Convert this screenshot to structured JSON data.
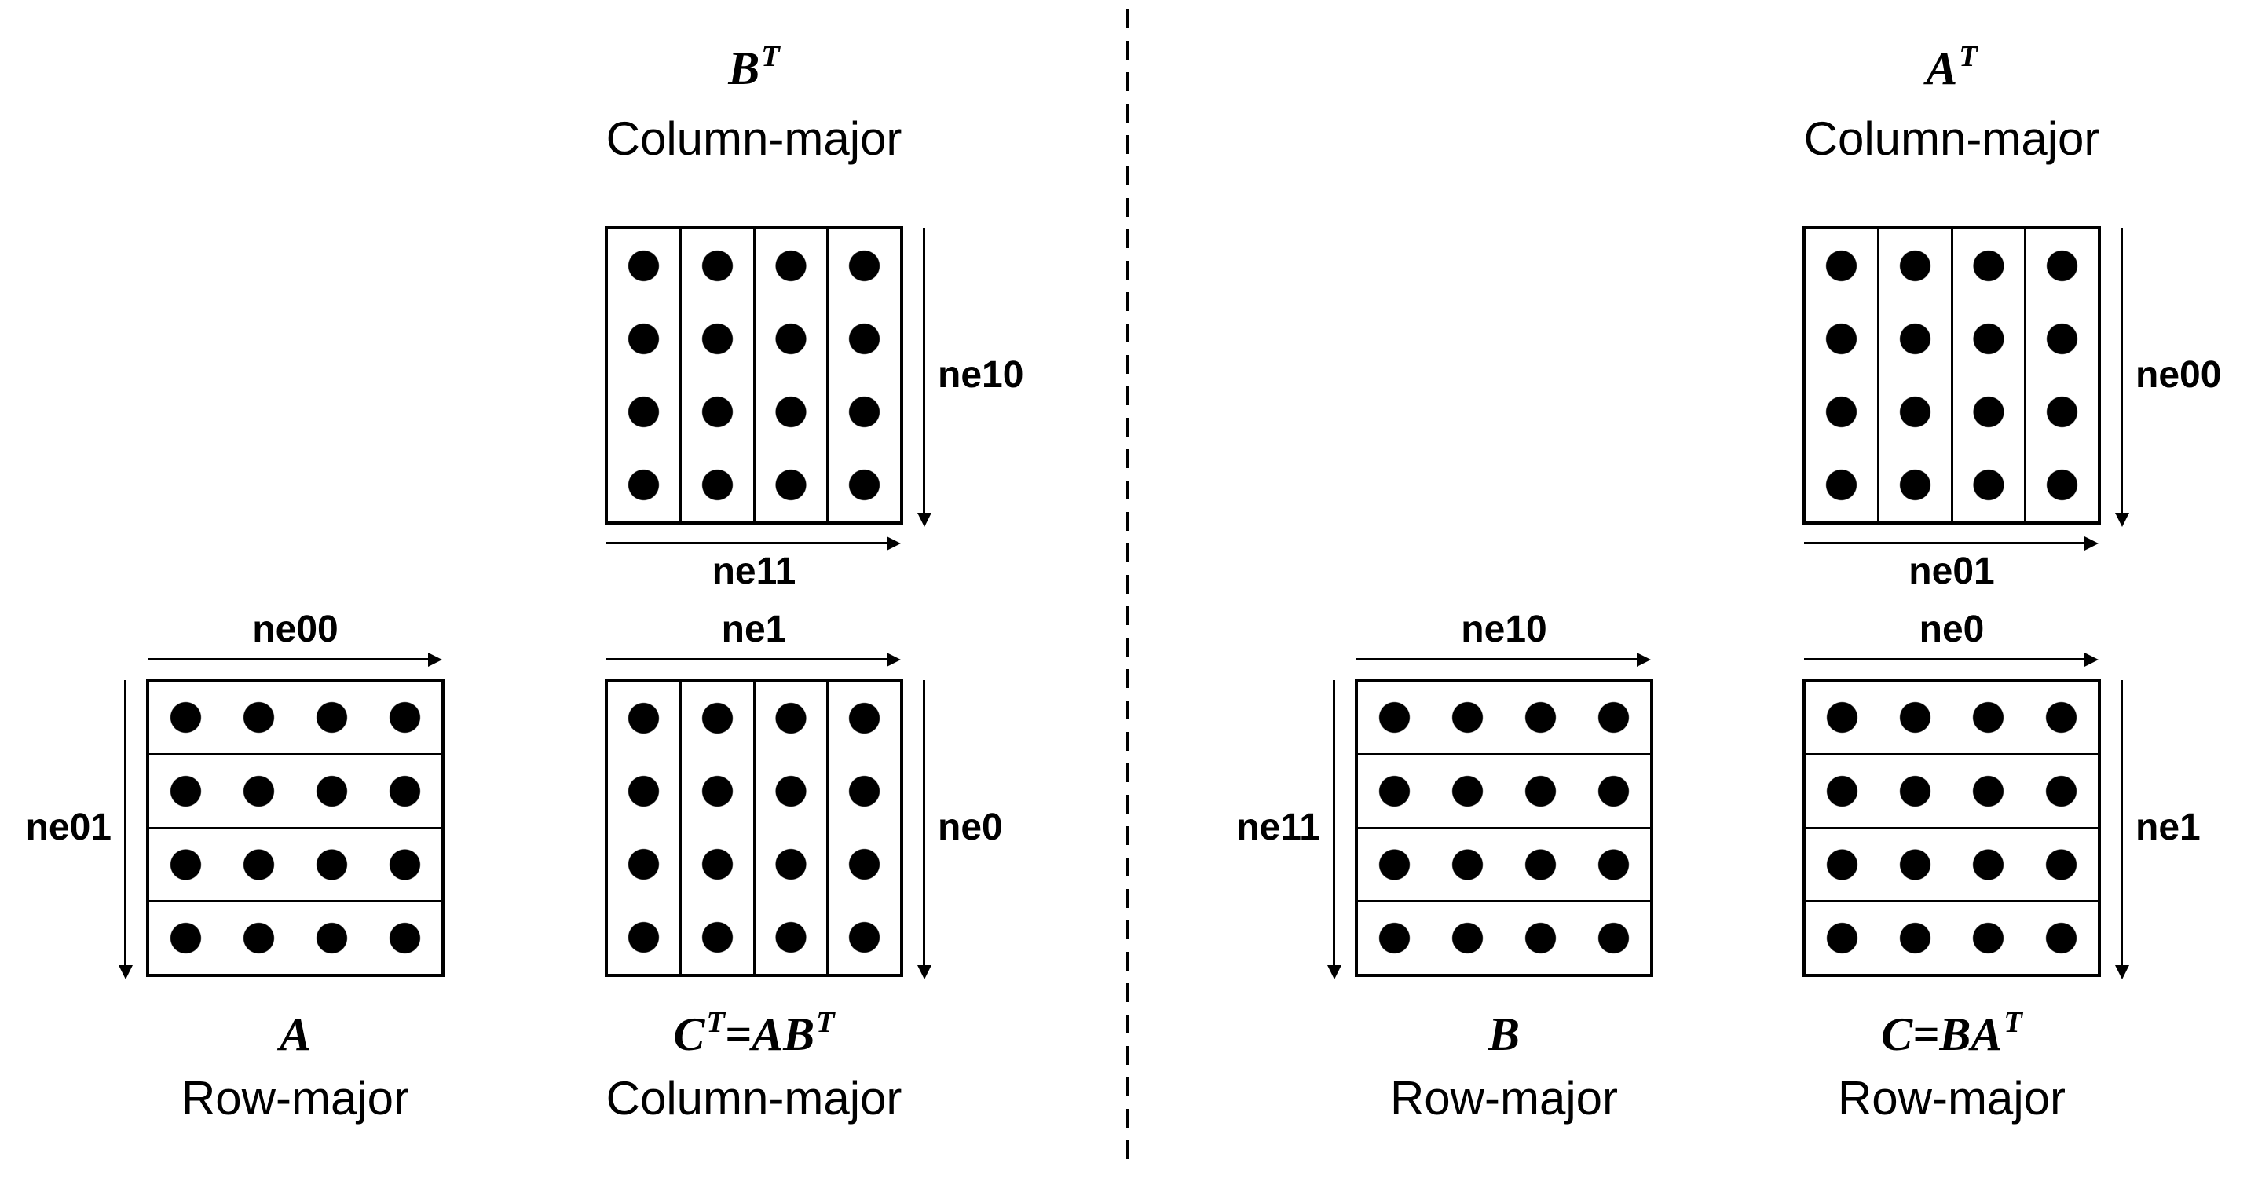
{
  "colors": {
    "ink": "#000000",
    "background": "#ffffff"
  },
  "grid": {
    "rows": 4,
    "cols": 4
  },
  "matrices": {
    "bt": {
      "name_base": "B",
      "name_sup": "T",
      "layout": "Column-major",
      "orientation": "column-major",
      "arrow_right": "ne10",
      "arrow_bottom": "ne11"
    },
    "a": {
      "name_base": "A",
      "layout": "Row-major",
      "orientation": "row-major",
      "arrow_top": "ne00",
      "arrow_left": "ne01"
    },
    "ct": {
      "name_base": "C",
      "name_sup": "T",
      "name_mid": "=AB",
      "name_sup2": "T",
      "layout": "Column-major",
      "orientation": "column-major",
      "arrow_top": "ne1",
      "arrow_right": "ne0"
    },
    "at": {
      "name_base": "A",
      "name_sup": "T",
      "layout": "Column-major",
      "orientation": "column-major",
      "arrow_right": "ne00",
      "arrow_bottom": "ne01"
    },
    "b": {
      "name_base": "B",
      "layout": "Row-major",
      "orientation": "row-major",
      "arrow_top": "ne10",
      "arrow_left": "ne11"
    },
    "c": {
      "name_base": "C",
      "name_mid": "=BA",
      "name_sup2": "T",
      "layout": "Row-major",
      "orientation": "row-major",
      "arrow_top": "ne0",
      "arrow_right": "ne1"
    }
  }
}
